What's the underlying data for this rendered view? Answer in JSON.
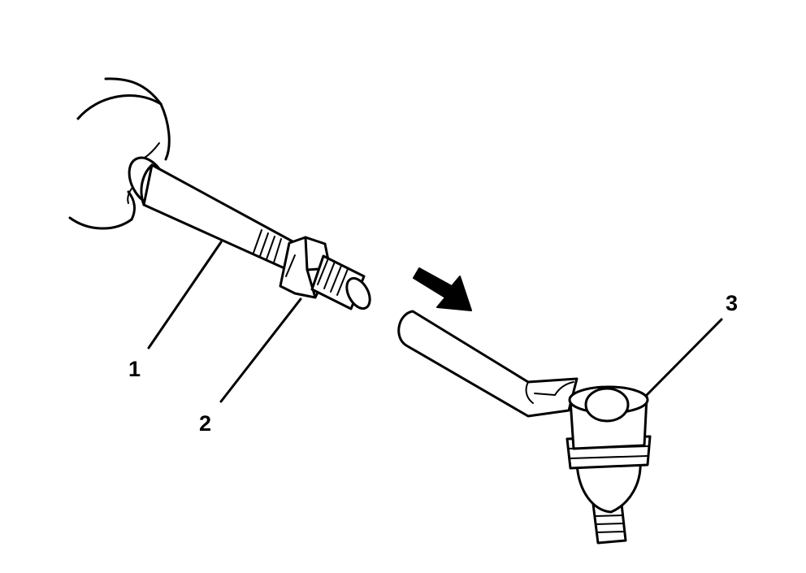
{
  "diagram": {
    "callouts": {
      "c1": "1",
      "c2": "2",
      "c3": "3"
    },
    "colors": {
      "line": "#000000",
      "background": "#ffffff"
    }
  }
}
